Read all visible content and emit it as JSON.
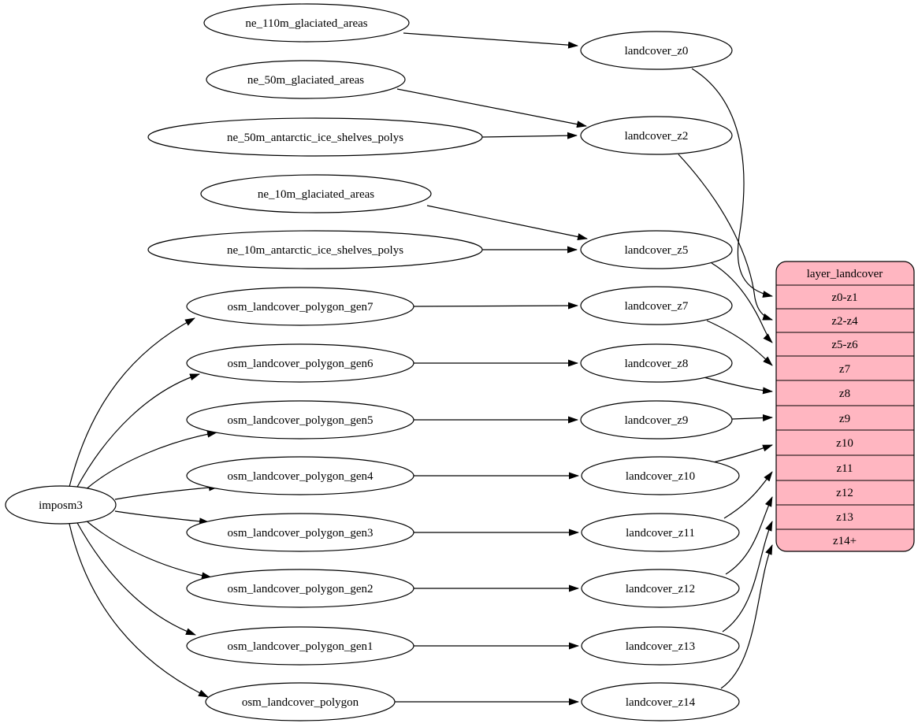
{
  "root": {
    "label": "imposm3"
  },
  "sources": [
    {
      "id": "ne_110m_glaciated_areas",
      "label": "ne_110m_glaciated_areas"
    },
    {
      "id": "ne_50m_glaciated_areas",
      "label": "ne_50m_glaciated_areas"
    },
    {
      "id": "ne_50m_antarctic_ice_shelves_polys",
      "label": "ne_50m_antarctic_ice_shelves_polys"
    },
    {
      "id": "ne_10m_glaciated_areas",
      "label": "ne_10m_glaciated_areas"
    },
    {
      "id": "ne_10m_antarctic_ice_shelves_polys",
      "label": "ne_10m_antarctic_ice_shelves_polys"
    },
    {
      "id": "osm_landcover_polygon_gen7",
      "label": "osm_landcover_polygon_gen7"
    },
    {
      "id": "osm_landcover_polygon_gen6",
      "label": "osm_landcover_polygon_gen6"
    },
    {
      "id": "osm_landcover_polygon_gen5",
      "label": "osm_landcover_polygon_gen5"
    },
    {
      "id": "osm_landcover_polygon_gen4",
      "label": "osm_landcover_polygon_gen4"
    },
    {
      "id": "osm_landcover_polygon_gen3",
      "label": "osm_landcover_polygon_gen3"
    },
    {
      "id": "osm_landcover_polygon_gen2",
      "label": "osm_landcover_polygon_gen2"
    },
    {
      "id": "osm_landcover_polygon_gen1",
      "label": "osm_landcover_polygon_gen1"
    },
    {
      "id": "osm_landcover_polygon",
      "label": "osm_landcover_polygon"
    }
  ],
  "intermediates": [
    {
      "id": "landcover_z0",
      "label": "landcover_z0"
    },
    {
      "id": "landcover_z2",
      "label": "landcover_z2"
    },
    {
      "id": "landcover_z5",
      "label": "landcover_z5"
    },
    {
      "id": "landcover_z7",
      "label": "landcover_z7"
    },
    {
      "id": "landcover_z8",
      "label": "landcover_z8"
    },
    {
      "id": "landcover_z9",
      "label": "landcover_z9"
    },
    {
      "id": "landcover_z10",
      "label": "landcover_z10"
    },
    {
      "id": "landcover_z11",
      "label": "landcover_z11"
    },
    {
      "id": "landcover_z12",
      "label": "landcover_z12"
    },
    {
      "id": "landcover_z13",
      "label": "landcover_z13"
    },
    {
      "id": "landcover_z14",
      "label": "landcover_z14"
    }
  ],
  "record": {
    "title": "layer_landcover",
    "rows": [
      "z0-z1",
      "z2-z4",
      "z5-z6",
      "z7",
      "z8",
      "z9",
      "z10",
      "z11",
      "z12",
      "z13",
      "z14+"
    ]
  },
  "colors": {
    "record_fill": "#ffb6c1",
    "node_fill": "#ffffff",
    "stroke": "#000000",
    "background": "#ffffff"
  },
  "edges": [
    {
      "from": "ne_110m_glaciated_areas",
      "to": "landcover_z0"
    },
    {
      "from": "ne_50m_glaciated_areas",
      "to": "landcover_z2"
    },
    {
      "from": "ne_50m_antarctic_ice_shelves_polys",
      "to": "landcover_z2"
    },
    {
      "from": "ne_10m_glaciated_areas",
      "to": "landcover_z5"
    },
    {
      "from": "ne_10m_antarctic_ice_shelves_polys",
      "to": "landcover_z5"
    },
    {
      "from": "imposm3",
      "to": "osm_landcover_polygon_gen7"
    },
    {
      "from": "imposm3",
      "to": "osm_landcover_polygon_gen6"
    },
    {
      "from": "imposm3",
      "to": "osm_landcover_polygon_gen5"
    },
    {
      "from": "imposm3",
      "to": "osm_landcover_polygon_gen4"
    },
    {
      "from": "imposm3",
      "to": "osm_landcover_polygon_gen3"
    },
    {
      "from": "imposm3",
      "to": "osm_landcover_polygon_gen2"
    },
    {
      "from": "imposm3",
      "to": "osm_landcover_polygon_gen1"
    },
    {
      "from": "imposm3",
      "to": "osm_landcover_polygon"
    },
    {
      "from": "osm_landcover_polygon_gen7",
      "to": "landcover_z7"
    },
    {
      "from": "osm_landcover_polygon_gen6",
      "to": "landcover_z8"
    },
    {
      "from": "osm_landcover_polygon_gen5",
      "to": "landcover_z9"
    },
    {
      "from": "osm_landcover_polygon_gen4",
      "to": "landcover_z10"
    },
    {
      "from": "osm_landcover_polygon_gen3",
      "to": "landcover_z11"
    },
    {
      "from": "osm_landcover_polygon_gen2",
      "to": "landcover_z12"
    },
    {
      "from": "osm_landcover_polygon_gen1",
      "to": "landcover_z13"
    },
    {
      "from": "osm_landcover_polygon",
      "to": "landcover_z14"
    },
    {
      "from": "landcover_z0",
      "to": "layer_landcover:z0-z1"
    },
    {
      "from": "landcover_z2",
      "to": "layer_landcover:z2-z4"
    },
    {
      "from": "landcover_z5",
      "to": "layer_landcover:z5-z6"
    },
    {
      "from": "landcover_z7",
      "to": "layer_landcover:z7"
    },
    {
      "from": "landcover_z8",
      "to": "layer_landcover:z8"
    },
    {
      "from": "landcover_z9",
      "to": "layer_landcover:z9"
    },
    {
      "from": "landcover_z10",
      "to": "layer_landcover:z10"
    },
    {
      "from": "landcover_z11",
      "to": "layer_landcover:z11"
    },
    {
      "from": "landcover_z12",
      "to": "layer_landcover:z12"
    },
    {
      "from": "landcover_z13",
      "to": "layer_landcover:z13"
    },
    {
      "from": "landcover_z14",
      "to": "layer_landcover:z14+"
    }
  ]
}
